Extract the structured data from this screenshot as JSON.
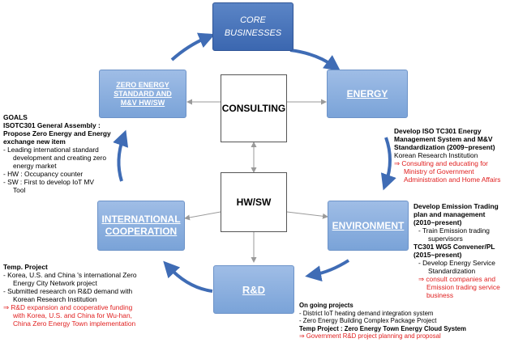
{
  "nodes": {
    "core": {
      "line1": "CORE",
      "line2": "BUSINESSES"
    },
    "energy": {
      "label": "ENERGY"
    },
    "environment": {
      "label": "ENVIRONMENT"
    },
    "rnd": {
      "label": "R&D"
    },
    "international": {
      "line1": "INTERNATIONAL",
      "line2": "COOPERATION"
    },
    "zero": {
      "line1": "ZERO ENERGY",
      "line2": "STANDARD AND",
      "line3": "M&V HW/SW"
    },
    "consulting": {
      "label": "CONSULTING"
    },
    "hwsw": {
      "label": "HW/SW"
    }
  },
  "goals": {
    "title": "GOALS",
    "headline1": "ISOTC301 General Assembly :",
    "headline2": "Propose Zero Energy and Energy",
    "headline3": "exchange new item",
    "item1a": "-   Leading international standard",
    "item1b": "development and creating zero",
    "item1c": "energy market",
    "item2": "-   HW : Occupancy counter",
    "item3a": "-   SW : First to develop  IoT MV",
    "item3b": "Tool"
  },
  "energy_text": {
    "title1": "Develop ISO TC301 Energy",
    "title2": "Management System and M&V",
    "title3": "Standardization (2009~present)",
    "org": "Korean Research Institution",
    "red1": "⇒ Consulting and educating for",
    "red2": "Ministry of Government",
    "red3": "Administration and Home Affairs"
  },
  "env_text": {
    "title1": "Develop Emission Trading",
    "title2": "plan and management",
    "title3": "(2010~present)",
    "item1a": "-   Train Emission trading",
    "item1b": "supervisors",
    "title4": "TC301 WG5 Convener/PL",
    "title5": "(2015~present)",
    "item2a": "-   Develop Energy Service",
    "item2b": "Standardization",
    "red1": "⇒ consult companies and",
    "red2": "Emission trading service",
    "red3": "business"
  },
  "temp_text": {
    "title": "Temp. Project",
    "item1a": "-   Korea, U.S. and China 's international Zero",
    "item1b": "Energy City Network project",
    "item2a": "-   Submitted research on R&D demand with",
    "item2b": "Korean Research Institution",
    "red1": "⇒ R&D expansion and cooperative funding",
    "red2": "with Korea, U.S. and China for Wu-han,",
    "red3": "China Zero Energy Town implementation"
  },
  "ongoing_text": {
    "title": "On going projects",
    "item1": "- District IoT heating demand  integration system",
    "item2": "- Zero Energy  Building Complex Package Project",
    "temp": "Temp Project : Zero Energy Town Energy Cloud System",
    "red": "⇒ Government R&D project planning and proposal"
  },
  "colors": {
    "dark_box": "#3b67b0",
    "light_box": "#8db0e0",
    "arrow": "#3f6cb5",
    "red_text": "#e02020"
  }
}
